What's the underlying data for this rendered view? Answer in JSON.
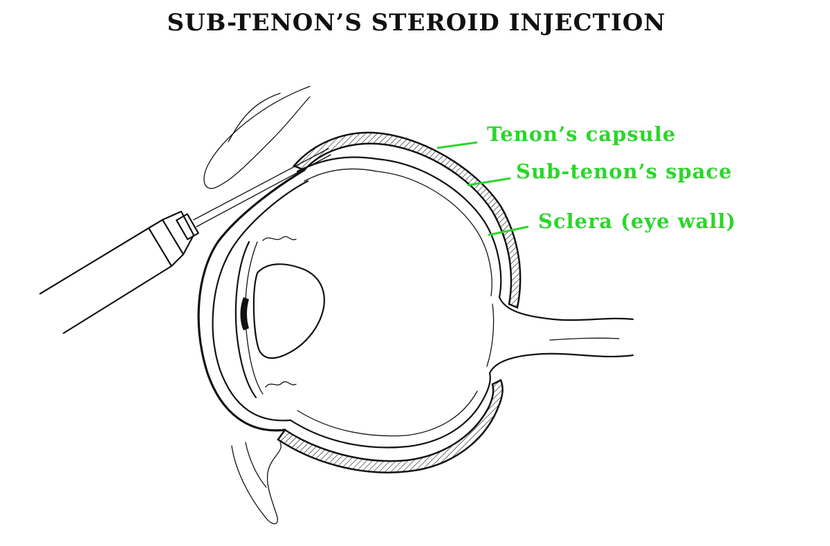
{
  "title": "SUB-TENON’S STEROID INJECTION",
  "labels": {
    "tenons_capsule": "Tenon’s capsule",
    "sub_tenons_space": "Sub-tenon’s space",
    "sclera": "Sclera (eye wall)"
  },
  "colors": {
    "label": "#2bd62b",
    "ink": "#111111",
    "background": "#ffffff"
  }
}
